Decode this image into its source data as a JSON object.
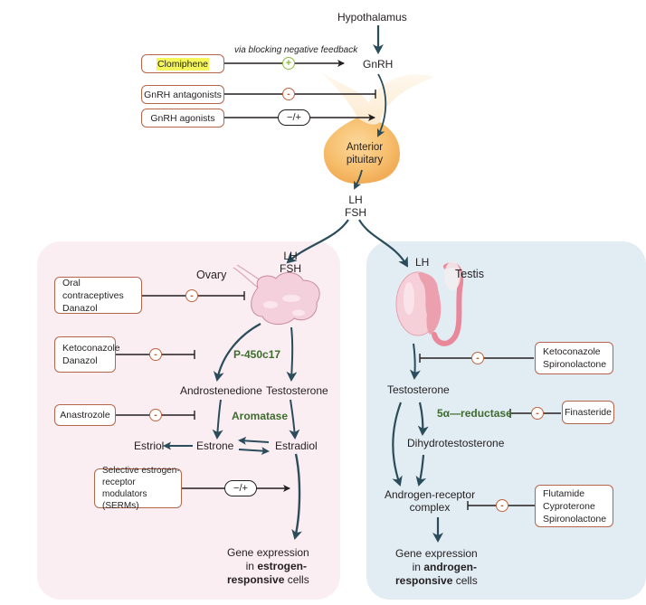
{
  "colors": {
    "ovary_panel": "#fbeef3",
    "testis_panel": "#e2ecf3",
    "drug_border": "#b5654a",
    "inhibit": "#c0633d",
    "stimulate": "#8dbb3f",
    "enzyme_text": "#3e6b2e",
    "arrow": "#2b4c5a",
    "highlight": "#f4f65a",
    "pituitary": "#f3b25c"
  },
  "axis": {
    "hypothalamus": "Hypothalamus",
    "gnrh": "GnRH",
    "pituitary_line1": "Anterior",
    "pituitary_line2": "pituitary",
    "lh": "LH",
    "fsh": "FSH",
    "feedback_note": "via blocking negative feedback"
  },
  "top_drugs": [
    {
      "name": "Clomiphene",
      "effect": "+",
      "highlighted": true
    },
    {
      "name": "GnRH antagonists",
      "effect": "-"
    },
    {
      "name": "GnRH agonists",
      "effect": "−/+"
    }
  ],
  "ovary": {
    "organ_label": "Ovary",
    "hormone_lh": "LH",
    "hormone_fsh": "FSH",
    "enzyme_1": "P-450c17",
    "enzyme_2": "Aromatase",
    "androstenedione": "Androstenedione",
    "testosterone": "Testosterone",
    "estriol": "Estriol",
    "estrone": "Estrone",
    "estradiol": "Estradiol",
    "drugs": [
      {
        "lines": [
          "Oral contraceptives",
          "Danazol"
        ],
        "effect": "-"
      },
      {
        "lines": [
          "Ketoconazole",
          "Danazol"
        ],
        "effect": "-"
      },
      {
        "lines": [
          "Anastrozole"
        ],
        "effect": "-"
      },
      {
        "lines": [
          "Selective estrogen-",
          "receptor modulators",
          "(SERMs)"
        ],
        "effect": "−/+"
      }
    ],
    "gene_line1": "Gene expression",
    "gene_in": "in",
    "gene_bold1": "estrogen-",
    "gene_bold2": "responsive",
    "gene_tail": "cells"
  },
  "testis": {
    "organ_label": "Testis",
    "hormone_lh": "LH",
    "testosterone": "Testosterone",
    "enzyme": "5α—reductase",
    "dht": "Dihydrotestosterone",
    "complex_line1": "Androgen-receptor",
    "complex_line2": "complex",
    "drugs": [
      {
        "lines": [
          "Ketoconazole",
          "Spironolactone"
        ],
        "effect": "-"
      },
      {
        "lines": [
          "Finasteride"
        ],
        "effect": "-"
      },
      {
        "lines": [
          "Flutamide",
          "Cyproterone",
          "Spironolactone"
        ],
        "effect": "-"
      }
    ],
    "gene_line1": "Gene expression",
    "gene_in": "in",
    "gene_bold1": "androgen-",
    "gene_bold2": "responsive",
    "gene_tail": "cells"
  }
}
